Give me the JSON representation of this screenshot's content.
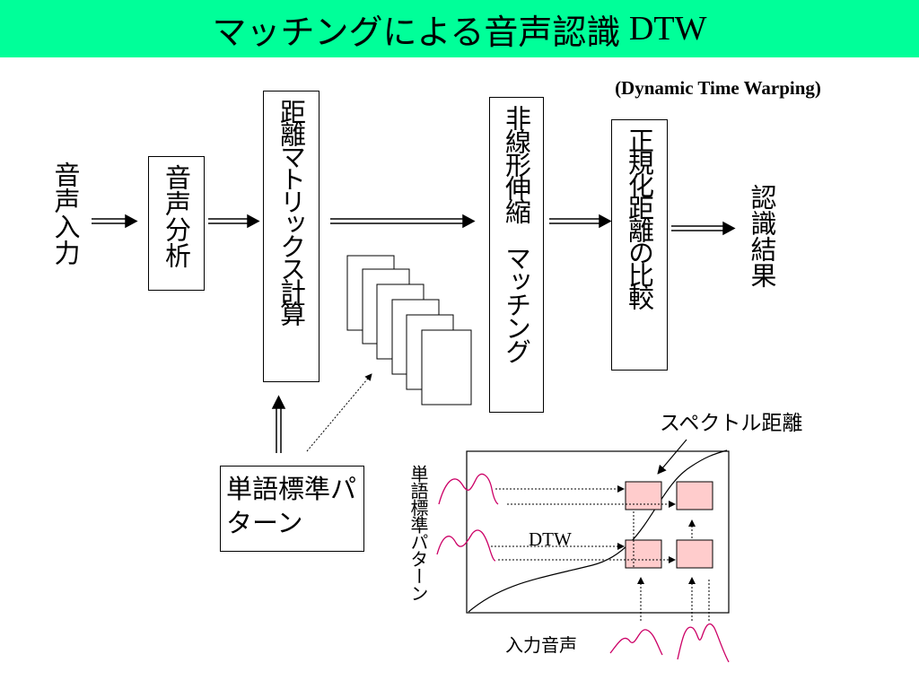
{
  "title": {
    "main": "マッチングによる音声認識",
    "latin": "DTW"
  },
  "subtitle": "(Dynamic Time Warping)",
  "flow": {
    "input": "音声入力",
    "analysis": "音声分析",
    "distance_matrix": "距離マトリックス計算",
    "nonlinear": "非線形伸縮　マッチング",
    "normalize": "正規化距離の比較",
    "result": "認識結果",
    "template": "単語標準パターン"
  },
  "inset": {
    "spectral_label": "スペクトル距離",
    "y_label": "単語標準パターン",
    "dtw_label": "DTW",
    "x_label": "入力音声"
  },
  "colors": {
    "title_bg": "#00ff99",
    "cell_fill": "#ffcccc",
    "wave": "#cc0066"
  }
}
